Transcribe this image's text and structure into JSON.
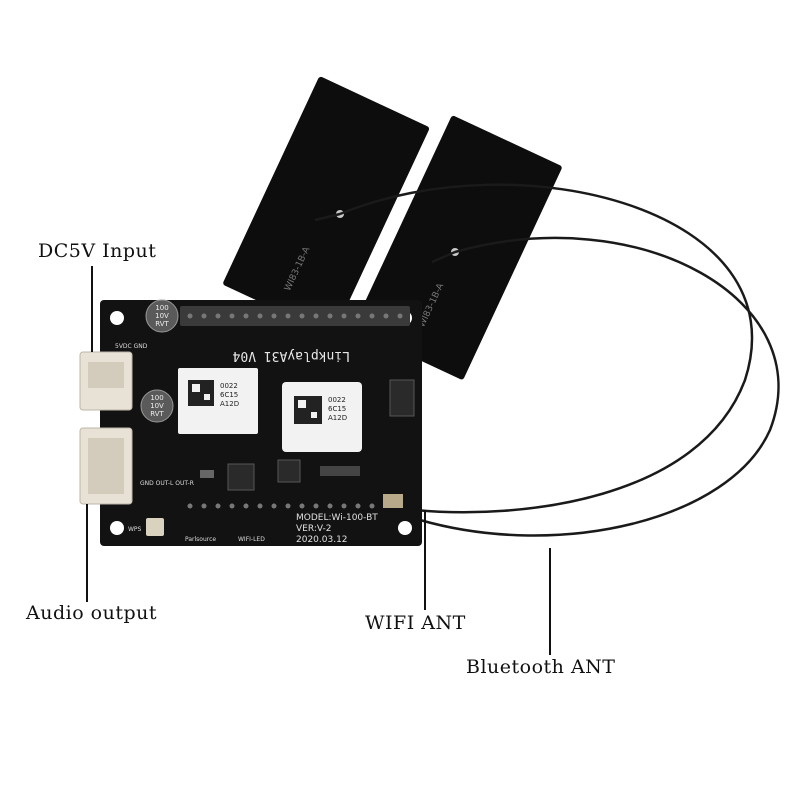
{
  "callouts": {
    "dc_input": "DC5V Input",
    "audio_output": "Audio output",
    "wifi_ant": "WIFI ANT",
    "bluetooth_ant": "Bluetooth ANT"
  },
  "board": {
    "brand_silkscreen": "LinkplayA31 V04",
    "model": "MODEL:Wi-100-BT",
    "version": "VER:V-2",
    "date": "2020.03.12",
    "brand_mark": "Parlsource",
    "wps_label": "WPS",
    "wifi_led_label": "WIFI-LED",
    "power_label": "5VDC GND",
    "audio_labels": "GND OUT-L OUT-R",
    "chip_code_line1": "0022",
    "chip_code_line2": "6C15",
    "chip_code_line3": "A12D",
    "cap_line1": "100",
    "cap_line2": "10V",
    "cap_line3": "RVT",
    "antenna_text": "WI83-1B-A"
  },
  "colors": {
    "pcb": "#121212",
    "cable": "#1a1a1a",
    "antenna": "#0d0d0d",
    "shield": "#f2f2f2",
    "connector": "#e8e2d6"
  }
}
